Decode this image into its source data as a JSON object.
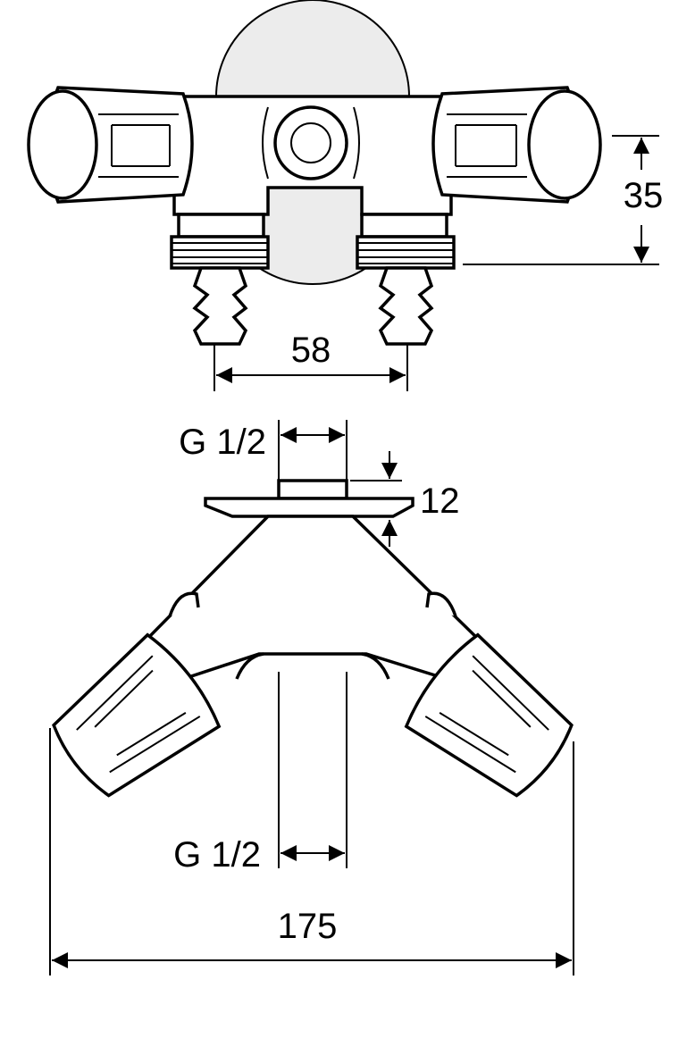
{
  "dimensions": {
    "height_top": "35",
    "spacing": "58",
    "thread_top": "G 1/2",
    "plate_thickness": "12",
    "thread_bottom": "G 1/2",
    "total_width": "175"
  },
  "colors": {
    "line": "#000000",
    "background": "#ffffff",
    "wall_disc": "#ececec"
  },
  "icons": {
    "arrowhead": "filled-triangle"
  }
}
